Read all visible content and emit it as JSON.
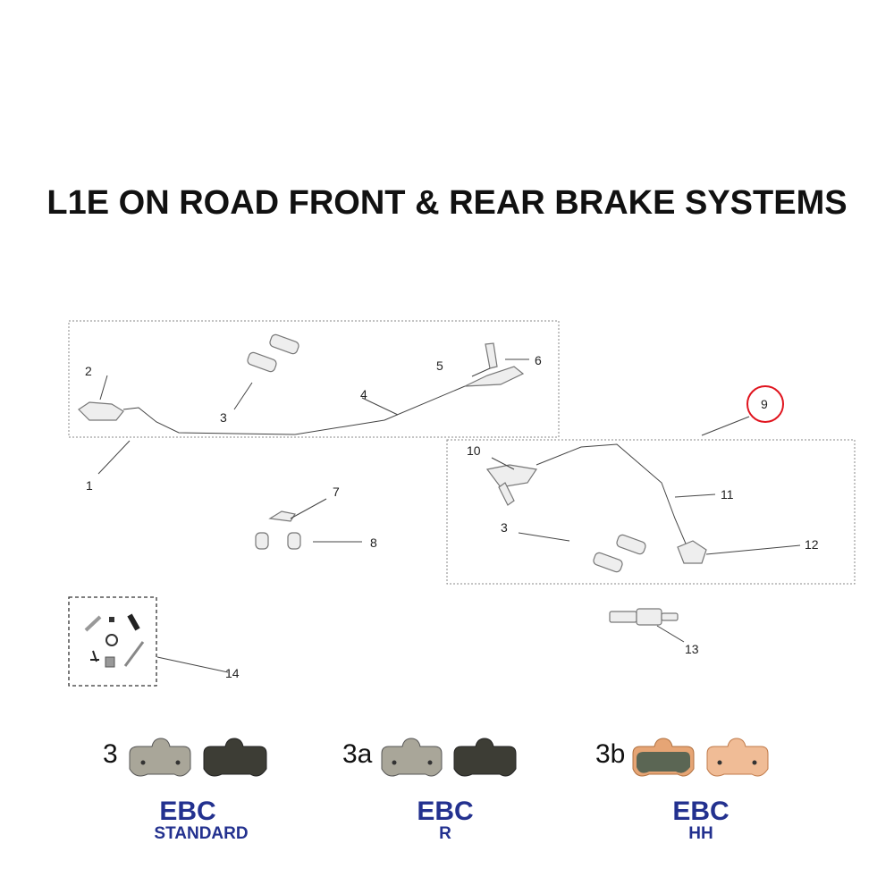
{
  "title": "L1E ON ROAD FRONT & REAR BRAKE SYSTEMS",
  "callouts": {
    "c1": "1",
    "c2": "2",
    "c3a": "3",
    "c4": "4",
    "c5": "5",
    "c6": "6",
    "c7": "7",
    "c8": "8",
    "c9": "9",
    "c10": "10",
    "c11": "11",
    "c3b": "3",
    "c12": "12",
    "c13": "13",
    "c14": "14"
  },
  "highlight_color": "#e0141e",
  "pads": [
    {
      "code": "3",
      "brand": "EBC",
      "type": "STANDARD"
    },
    {
      "code": "3a",
      "brand": "EBC",
      "type": "R"
    },
    {
      "code": "3b",
      "brand": "EBC",
      "type": "HH"
    }
  ],
  "brand_color": "#23318f"
}
